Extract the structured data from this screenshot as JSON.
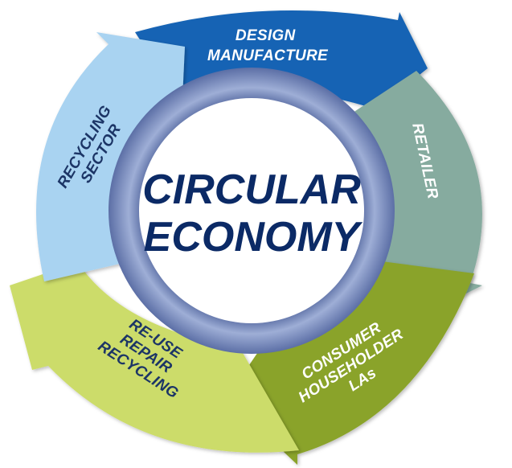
{
  "center": {
    "line1": "CIRCULAR",
    "line2": "ECONOMY"
  },
  "segments": [
    {
      "id": "design",
      "lines": [
        "DESIGN",
        "MANUFACTURE"
      ],
      "color": "#1464b4",
      "text_color": "#ffffff"
    },
    {
      "id": "retailer",
      "lines": [
        "RETAILER"
      ],
      "color": "#86ab9f",
      "text_color": "#ffffff"
    },
    {
      "id": "consumer",
      "lines": [
        "CONSUMER",
        "HOUSEHOLDER",
        "LAs"
      ],
      "color": "#8aa32c",
      "text_color": "#ffffff"
    },
    {
      "id": "reuse",
      "lines": [
        "RE-USE",
        "REPAIR",
        "RECYCLING"
      ],
      "color": "#ccdc6a",
      "text_color": "#1c3566"
    },
    {
      "id": "recycling",
      "lines": [
        "RECYCLING",
        "SECTOR"
      ],
      "color": "#a9d3f1",
      "text_color": "#1c3566"
    }
  ],
  "colors": {
    "inner_ring": "#7d8fbe",
    "center_text": "#0b2a66"
  }
}
